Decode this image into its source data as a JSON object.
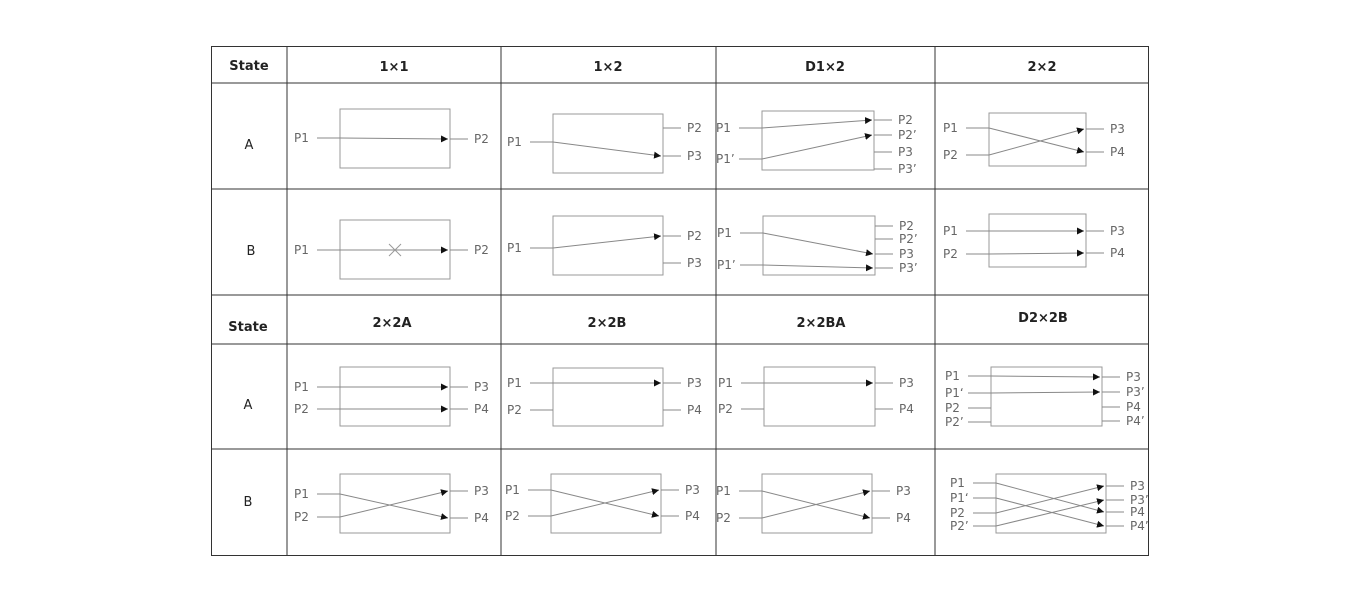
{
  "top_section": {
    "state_header": "State",
    "columns": [
      "1×1",
      "1×2",
      "D1×2",
      "2×2"
    ],
    "rows": [
      "A",
      "B"
    ]
  },
  "bottom_section": {
    "state_header": "State",
    "columns": [
      "2×2A",
      "2×2B",
      "2×2BA",
      "D2×2B"
    ],
    "rows": [
      "A",
      "B"
    ]
  },
  "cells": [
    {
      "id": "1x1-a",
      "inputs": [
        "P1"
      ],
      "outputs": [
        "P2"
      ],
      "arrows": [
        [
          0,
          0
        ]
      ],
      "blocked": []
    },
    {
      "id": "1x2-a",
      "inputs": [
        "P1"
      ],
      "outputs": [
        "P2",
        "P3"
      ],
      "arrows": [
        [
          0,
          1
        ]
      ],
      "blocked": []
    },
    {
      "id": "d1x2-a",
      "inputs": [
        "P1",
        "P1’"
      ],
      "outputs": [
        "P2",
        "P2’",
        "P3",
        "P3’"
      ],
      "arrows": [
        [
          0,
          0
        ],
        [
          1,
          1
        ]
      ],
      "blocked": []
    },
    {
      "id": "2x2-a",
      "inputs": [
        "P1",
        "P2"
      ],
      "outputs": [
        "P3",
        "P4"
      ],
      "arrows": [
        [
          0,
          1
        ],
        [
          1,
          0
        ]
      ],
      "blocked": []
    },
    {
      "id": "1x1-b",
      "inputs": [
        "P1"
      ],
      "outputs": [
        "P2"
      ],
      "arrows": [
        [
          0,
          0
        ]
      ],
      "blocked": [
        0
      ]
    },
    {
      "id": "1x2-b",
      "inputs": [
        "P1"
      ],
      "outputs": [
        "P2",
        "P3"
      ],
      "arrows": [
        [
          0,
          0
        ]
      ],
      "blocked": []
    },
    {
      "id": "d1x2-b",
      "inputs": [
        "P1",
        "P1’"
      ],
      "outputs": [
        "P2",
        "P2’",
        "P3",
        "P3’"
      ],
      "arrows": [
        [
          0,
          2
        ],
        [
          1,
          3
        ]
      ],
      "blocked": []
    },
    {
      "id": "2x2-b",
      "inputs": [
        "P1",
        "P2"
      ],
      "outputs": [
        "P3",
        "P4"
      ],
      "arrows": [
        [
          0,
          0
        ],
        [
          1,
          1
        ]
      ],
      "blocked": []
    },
    {
      "id": "2x2a-a",
      "inputs": [
        "P1",
        "P2"
      ],
      "outputs": [
        "P3",
        "P4"
      ],
      "arrows": [
        [
          0,
          0
        ],
        [
          1,
          1
        ]
      ],
      "blocked": []
    },
    {
      "id": "2x2b-a",
      "inputs": [
        "P1",
        "P2"
      ],
      "outputs": [
        "P3",
        "P4"
      ],
      "arrows": [
        [
          0,
          0
        ]
      ],
      "blocked": []
    },
    {
      "id": "2x2ba-a",
      "inputs": [
        "P1",
        "P2"
      ],
      "outputs": [
        "P3",
        "P4"
      ],
      "arrows": [
        [
          0,
          0
        ]
      ],
      "blocked": []
    },
    {
      "id": "d2x2b-a",
      "inputs": [
        "P1",
        "P1‘",
        "P2",
        "P2’"
      ],
      "outputs": [
        "P3",
        "P3’",
        "P4",
        "P4’"
      ],
      "arrows": [
        [
          0,
          0
        ],
        [
          1,
          1
        ]
      ],
      "blocked": []
    },
    {
      "id": "2x2a-b",
      "inputs": [
        "P1",
        "P2"
      ],
      "outputs": [
        "P3",
        "P4"
      ],
      "arrows": [
        [
          0,
          1
        ],
        [
          1,
          0
        ]
      ],
      "blocked": []
    },
    {
      "id": "2x2b-b",
      "inputs": [
        "P1",
        "P2"
      ],
      "outputs": [
        "P3",
        "P4"
      ],
      "arrows": [
        [
          0,
          1
        ],
        [
          1,
          0
        ]
      ],
      "blocked": []
    },
    {
      "id": "2x2ba-b",
      "inputs": [
        "P1",
        "P2"
      ],
      "outputs": [
        "P3",
        "P4"
      ],
      "arrows": [
        [
          0,
          1
        ],
        [
          1,
          0
        ]
      ],
      "blocked": []
    },
    {
      "id": "d2x2b-b",
      "inputs": [
        "P1",
        "P1‘",
        "P2",
        "P2’"
      ],
      "outputs": [
        "P3",
        "P3’",
        "P4",
        "P4’"
      ],
      "arrows": [
        [
          0,
          2
        ],
        [
          1,
          3
        ],
        [
          2,
          0
        ],
        [
          3,
          1
        ]
      ],
      "blocked": []
    }
  ],
  "colors": {
    "grid": "#333333",
    "box": "#999999",
    "line": "#888888",
    "arrow": "#111111",
    "label": "#666666",
    "header": "#222222"
  }
}
